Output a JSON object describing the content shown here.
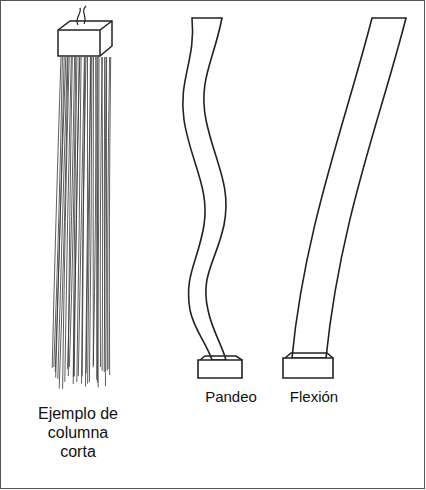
{
  "diagram": {
    "labels": [
      "Ejemplo de columna corta",
      "Pandeo",
      "Flexión"
    ]
  }
}
